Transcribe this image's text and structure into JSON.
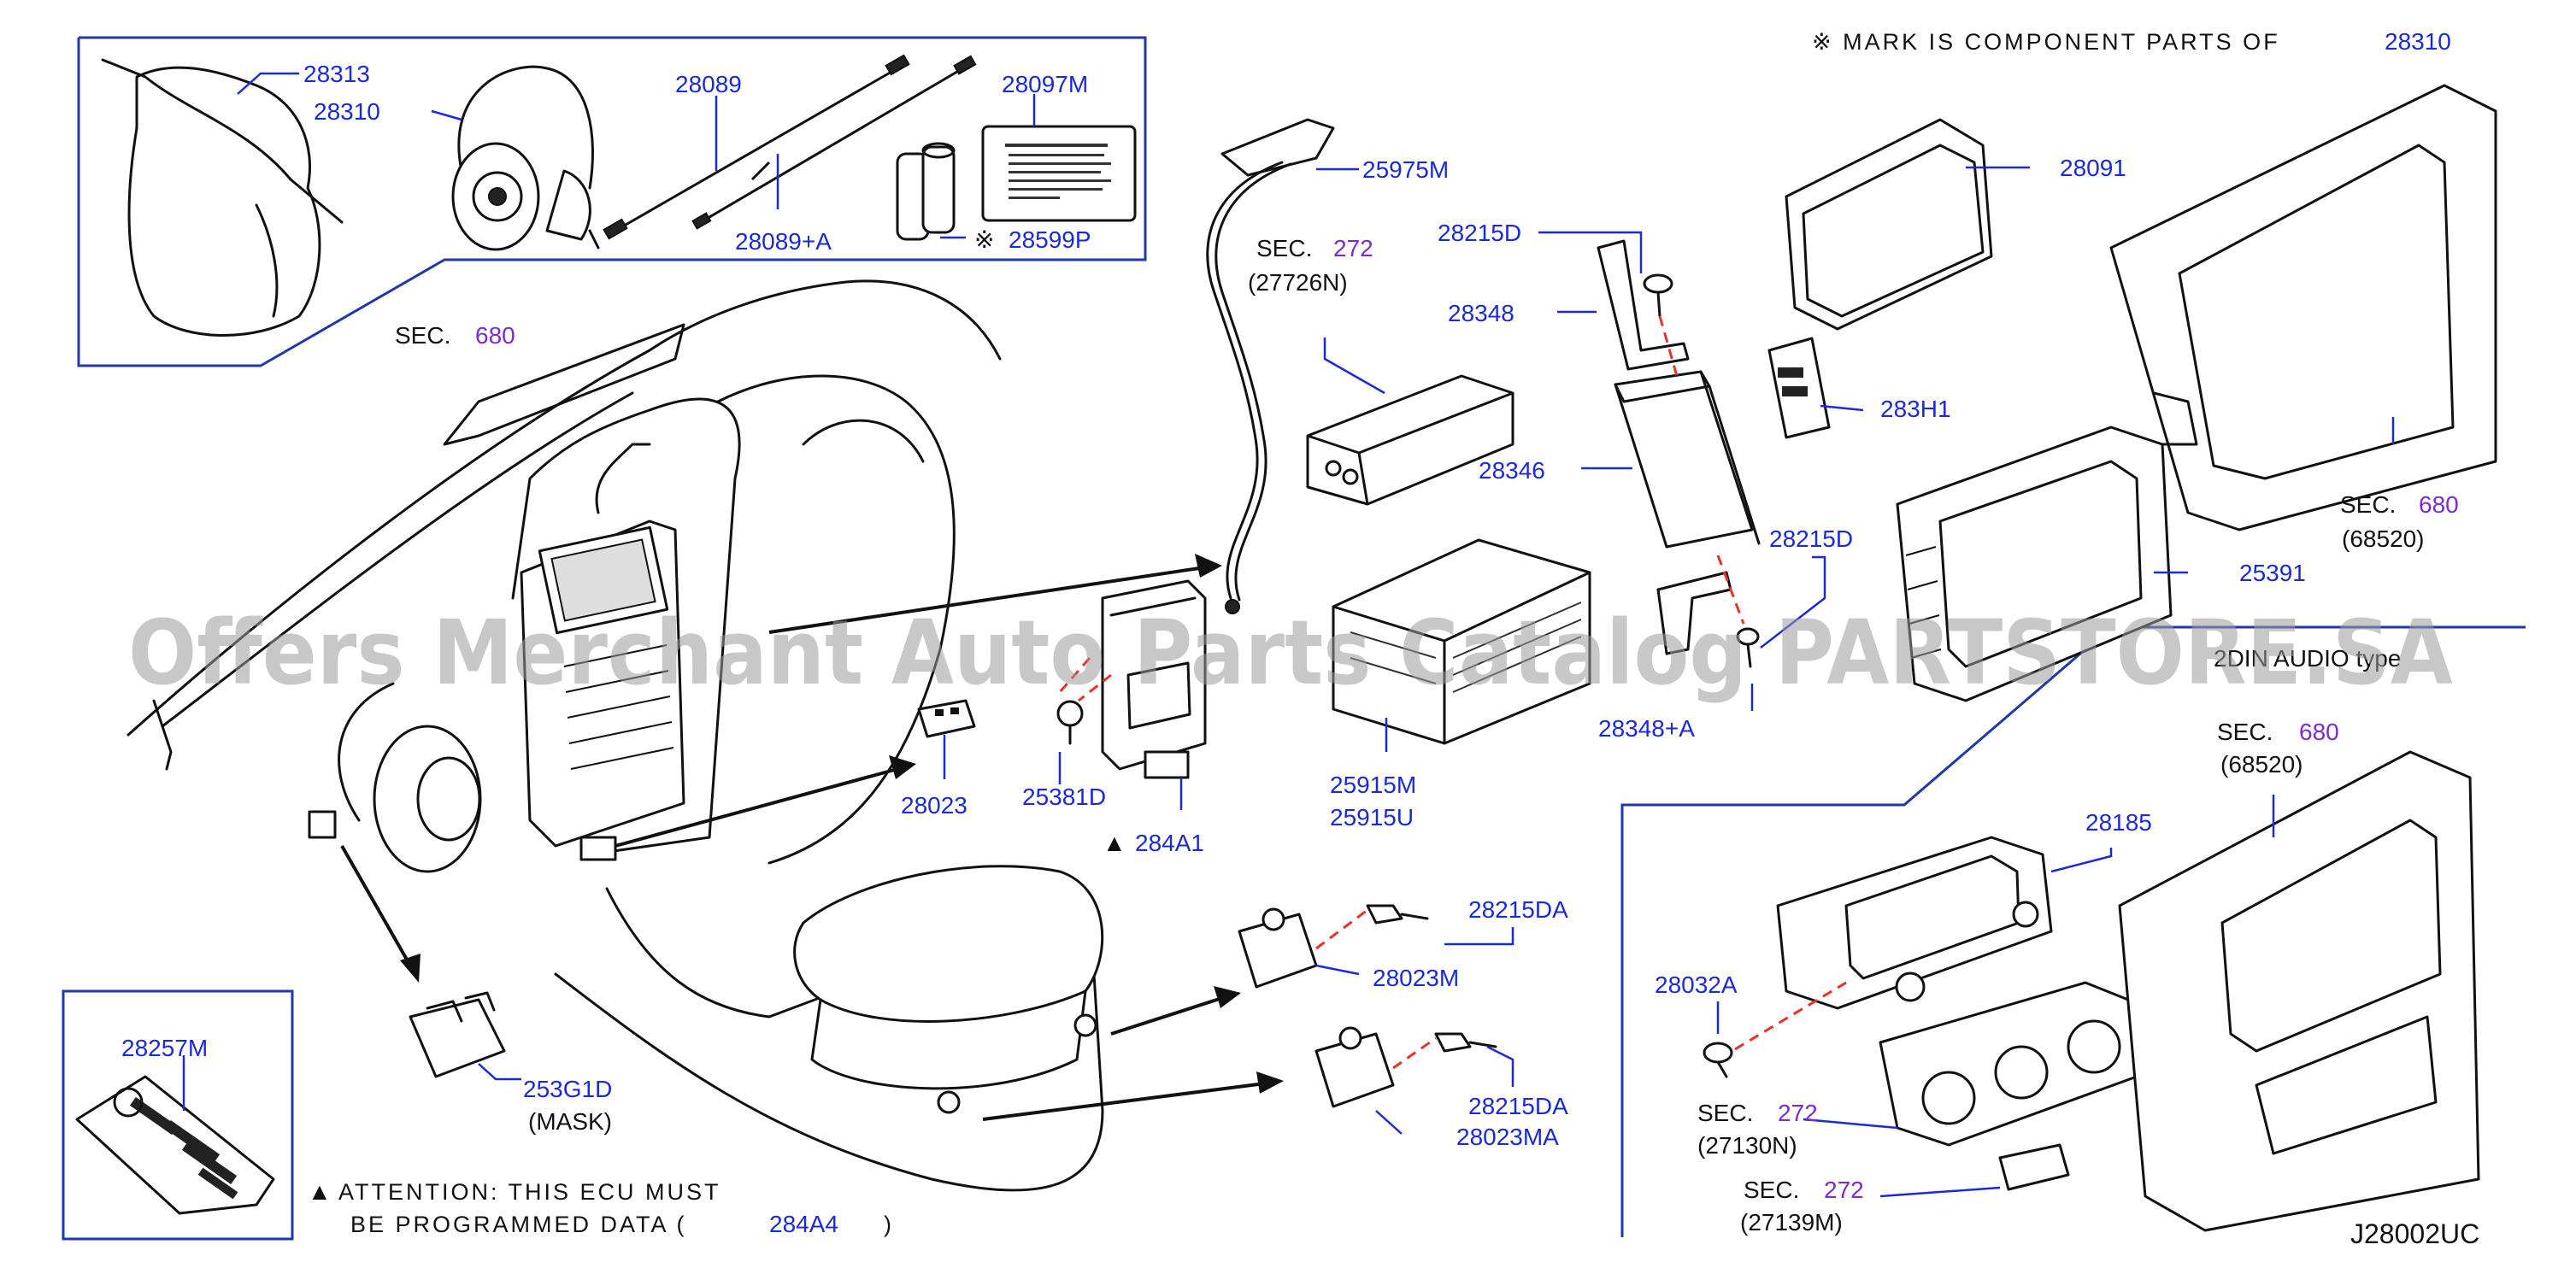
{
  "header_note": "※ MARK IS COMPONENT PARTS OF",
  "header_part": "28310",
  "diagram_code": "J28002UC",
  "watermark": "Offers Merchant Auto Parts Catalog PARTSTORE.SA",
  "section_label": "2DIN AUDIO type",
  "attention": {
    "symbol": "▲",
    "line1": "ATTENTION: THIS ECU MUST",
    "line2": "BE PROGRAMMED DATA (",
    "part": "284A4",
    "close": ")"
  },
  "sec_refs": [
    {
      "id": "sec-680-dash",
      "prefix": "SEC.",
      "num": "680",
      "sub": ""
    },
    {
      "id": "sec-272-cam",
      "prefix": "SEC.",
      "num": "272",
      "sub": "(27726N)"
    },
    {
      "id": "sec-680-bezel-a",
      "prefix": "SEC.",
      "num": "680",
      "sub": "(68520)"
    },
    {
      "id": "sec-680-bezel-b",
      "prefix": "SEC.",
      "num": "680",
      "sub": "(68520)"
    },
    {
      "id": "sec-272-climate",
      "prefix": "SEC.",
      "num": "272",
      "sub": "(27130N)"
    },
    {
      "id": "sec-272-switch",
      "prefix": "SEC.",
      "num": "272",
      "sub": "(27139M)"
    }
  ],
  "parts": {
    "p28313": "28313",
    "p28310": "28310",
    "p28089": "28089",
    "p28089A": "28089+A",
    "p28097M": "28097M",
    "p28599P": "28599P",
    "p28599P_mark": "※",
    "p25975M": "25975M",
    "p28215D_top": "28215D",
    "p28348": "28348",
    "p28346": "28346",
    "p28091": "28091",
    "p283H1": "283H1",
    "p28215D_mid": "28215D",
    "p28348A": "28348+A",
    "p25391": "25391",
    "p25915M": "25915M",
    "p25915U": "25915U",
    "p28023": "28023",
    "p25381D": "25381D",
    "p284A1": "284A1",
    "p284A1_mark": "▲",
    "p28215DA_a": "28215DA",
    "p28023M": "28023M",
    "p28215DA_b": "28215DA",
    "p28023MA": "28023MA",
    "p28257M": "28257M",
    "p253G1D": "253G1D",
    "p253G1D_sub": "(MASK)",
    "p28185": "28185",
    "p28032A": "28032A"
  }
}
